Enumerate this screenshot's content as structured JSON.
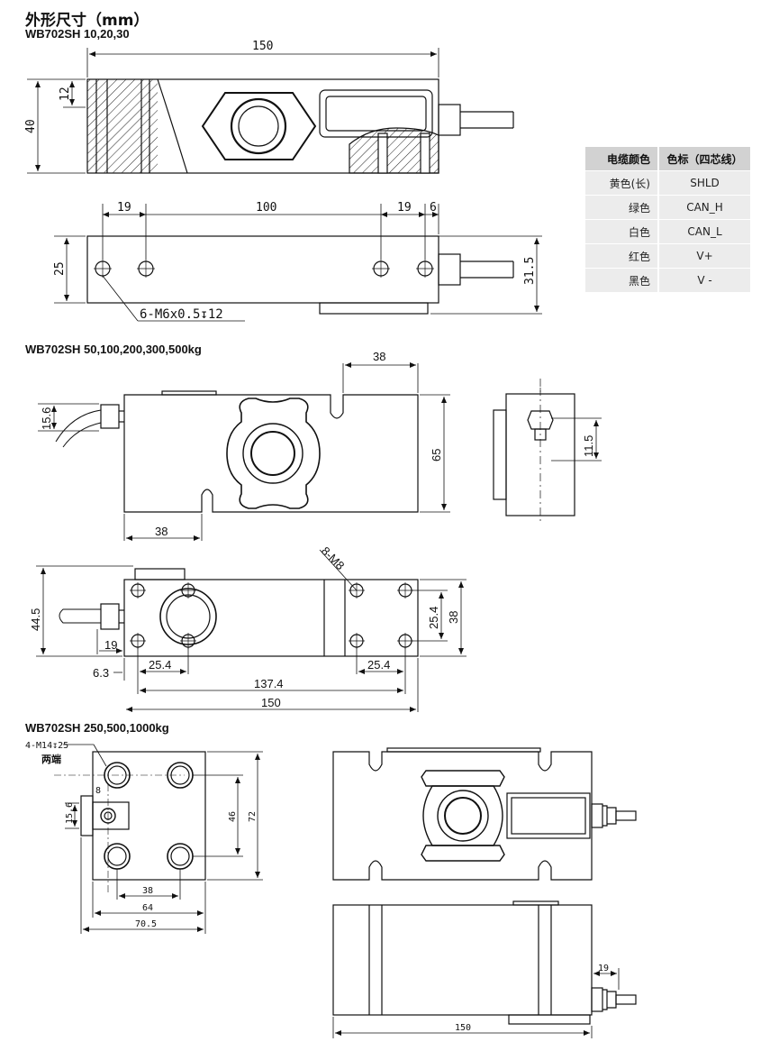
{
  "header": {
    "title": "外形尺寸（mm）"
  },
  "sections": [
    {
      "title": "WB702SH 10,20,30",
      "dims": {
        "len": "150",
        "h40": "40",
        "h12": "12",
        "d19a": "19",
        "d100": "100",
        "d19b": "19",
        "d6": "6",
        "h25": "25",
        "h31": "31.5",
        "holes": "6-M6x0.5↧12"
      }
    },
    {
      "title": "WB702SH 50,100,200,300,500kg",
      "dims": {
        "d38top": "38",
        "d15": "15.6",
        "d65": "65",
        "d38bot": "38",
        "d11": "11.5",
        "m8": "8-M8",
        "d44": "44.5",
        "d19": "19",
        "d63": "6.3",
        "d254a": "25.4",
        "d1374": "137.4",
        "d150": "150",
        "d254b": "25.4",
        "d254c": "25.4",
        "d38r": "38"
      }
    },
    {
      "title": "WB702SH 250,500,1000kg",
      "dims": {
        "m14": "4-M14↧25",
        "ends": "两端",
        "d8": "8",
        "d156": "15.6",
        "d46": "46",
        "d72": "72",
        "d38": "38",
        "d64": "64",
        "d705": "70.5",
        "d19": "19",
        "d150": "150"
      }
    }
  ],
  "wiring_table": {
    "headers": [
      "电缆颜色",
      "色标（四芯线）"
    ],
    "rows": [
      [
        "黄色(长)",
        "SHLD"
      ],
      [
        "绿色",
        "CAN_H"
      ],
      [
        "白色",
        "CAN_L"
      ],
      [
        "红色",
        "V+"
      ],
      [
        "黑色",
        "V -"
      ]
    ]
  }
}
